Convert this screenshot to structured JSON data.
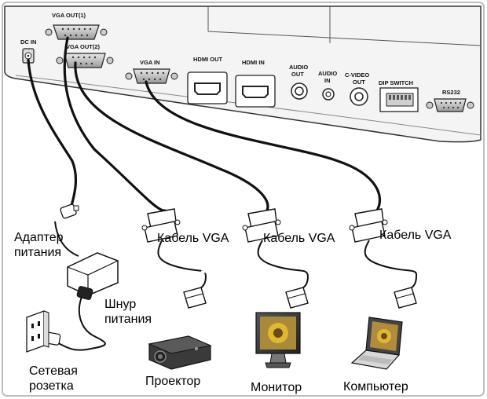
{
  "ports": {
    "vga_out1": "VGA OUT(1)",
    "vga_out2": "VGA OUT(2)",
    "dc_in": "DC IN",
    "vga_in": "VGA IN",
    "hdmi_out": "HDMI OUT",
    "hdmi_in": "HDMI IN",
    "audio_out_line1": "AUDIO",
    "audio_out_line2": "OUT",
    "audio_in_line1": "AUDIO",
    "audio_in_line2": "IN",
    "cvideo_out_line1": "C-VIDEO",
    "cvideo_out_line2": "OUT",
    "dip_switch": "DIP SWITCH",
    "rs232": "RS232"
  },
  "callouts": {
    "adapter_line1": "Адаптер",
    "adapter_line2": "питания",
    "vga_cable_1": "Кабель VGA",
    "vga_cable_2": "Кабель VGA",
    "vga_cable_3": "Кабель VGA",
    "cord_line1": "Шнур",
    "cord_line2": "питания",
    "outlet_line1": "Сетевая",
    "outlet_line2": "розетка",
    "projector": "Проектор",
    "monitor": "Монитор",
    "computer": "Компьютер"
  }
}
